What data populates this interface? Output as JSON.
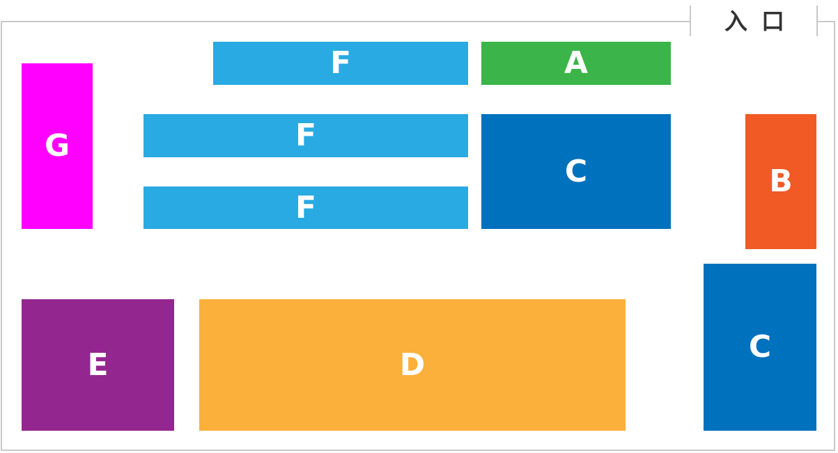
{
  "entrance": {
    "label": "入口"
  },
  "colors": {
    "A": "#3bb54a",
    "B": "#f15a24",
    "C": "#0071bc",
    "D": "#fbb03b",
    "E": "#93278f",
    "F": "#29aae2",
    "G": "#ff00ff"
  },
  "zones": [
    {
      "label": "F",
      "color": "#29aae2"
    },
    {
      "label": "A",
      "color": "#3bb54a"
    },
    {
      "label": "G",
      "color": "#ff00ff"
    },
    {
      "label": "F",
      "color": "#29aae2"
    },
    {
      "label": "C",
      "color": "#0071bc"
    },
    {
      "label": "B",
      "color": "#f15a24"
    },
    {
      "label": "F",
      "color": "#29aae2"
    },
    {
      "label": "C",
      "color": "#0071bc"
    },
    {
      "label": "E",
      "color": "#93278f"
    },
    {
      "label": "D",
      "color": "#fbb03b"
    }
  ]
}
